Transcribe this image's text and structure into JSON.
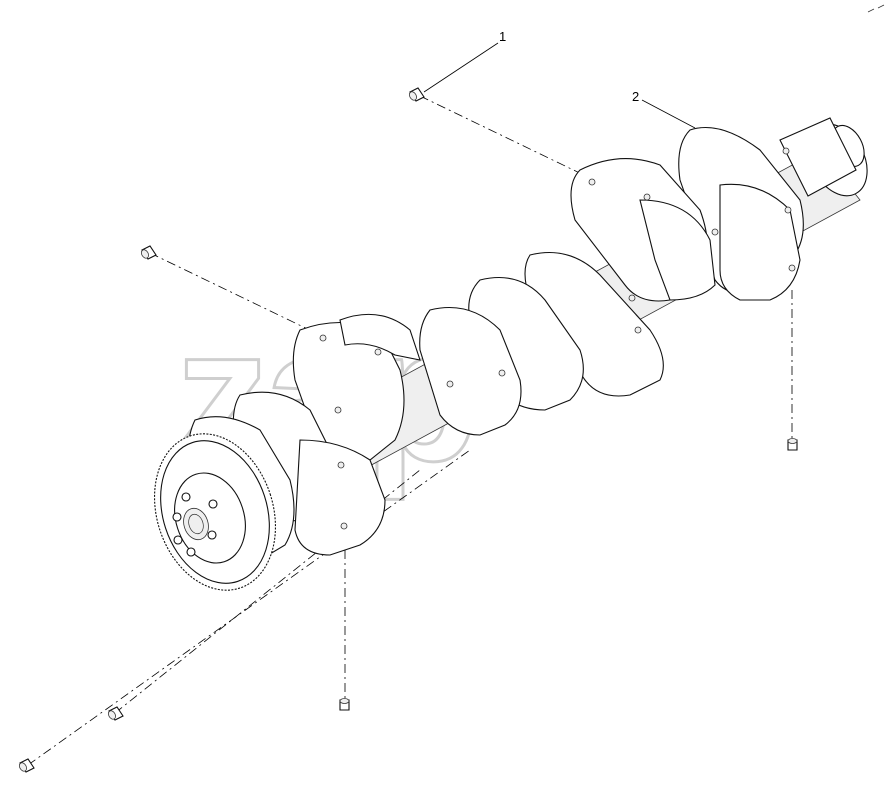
{
  "callouts": [
    {
      "id": "callout-1",
      "label": "1"
    },
    {
      "id": "callout-2",
      "label": "2"
    }
  ],
  "watermark": {
    "text": "zap"
  }
}
